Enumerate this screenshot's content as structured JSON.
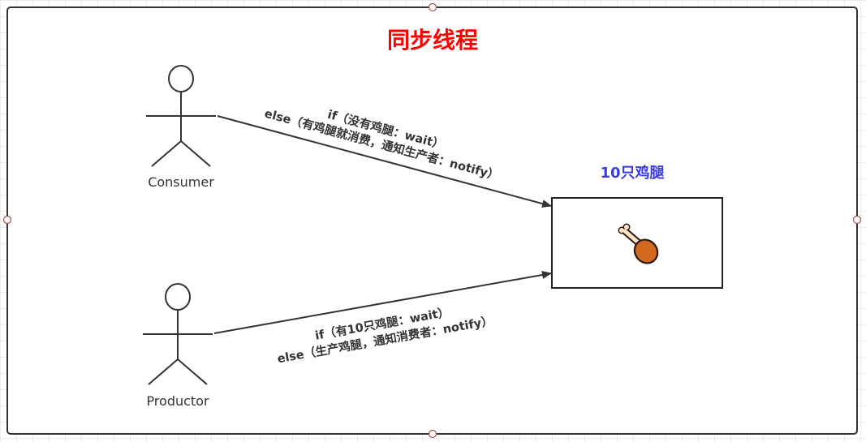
{
  "diagram": {
    "title": "同步线程",
    "consumer": {
      "label": "Consumer"
    },
    "productor": {
      "label": "Productor"
    },
    "consumer_edge": {
      "line1": "if（没有鸡腿：wait）",
      "line2": "else（有鸡腿就消费，通知生产者：notify）"
    },
    "productor_edge": {
      "line1": "if（有10只鸡腿：wait）",
      "line2": "else（生产鸡腿，通知消费者：notify）"
    },
    "buffer": {
      "label": "10只鸡腿",
      "icon": "chicken-leg-icon"
    }
  },
  "colors": {
    "title": "#ff0000",
    "buffer_label": "#3b3bdb",
    "chicken_meat": "#d2691e",
    "chicken_bone": "#ffe4c4",
    "stroke": "#333333"
  }
}
